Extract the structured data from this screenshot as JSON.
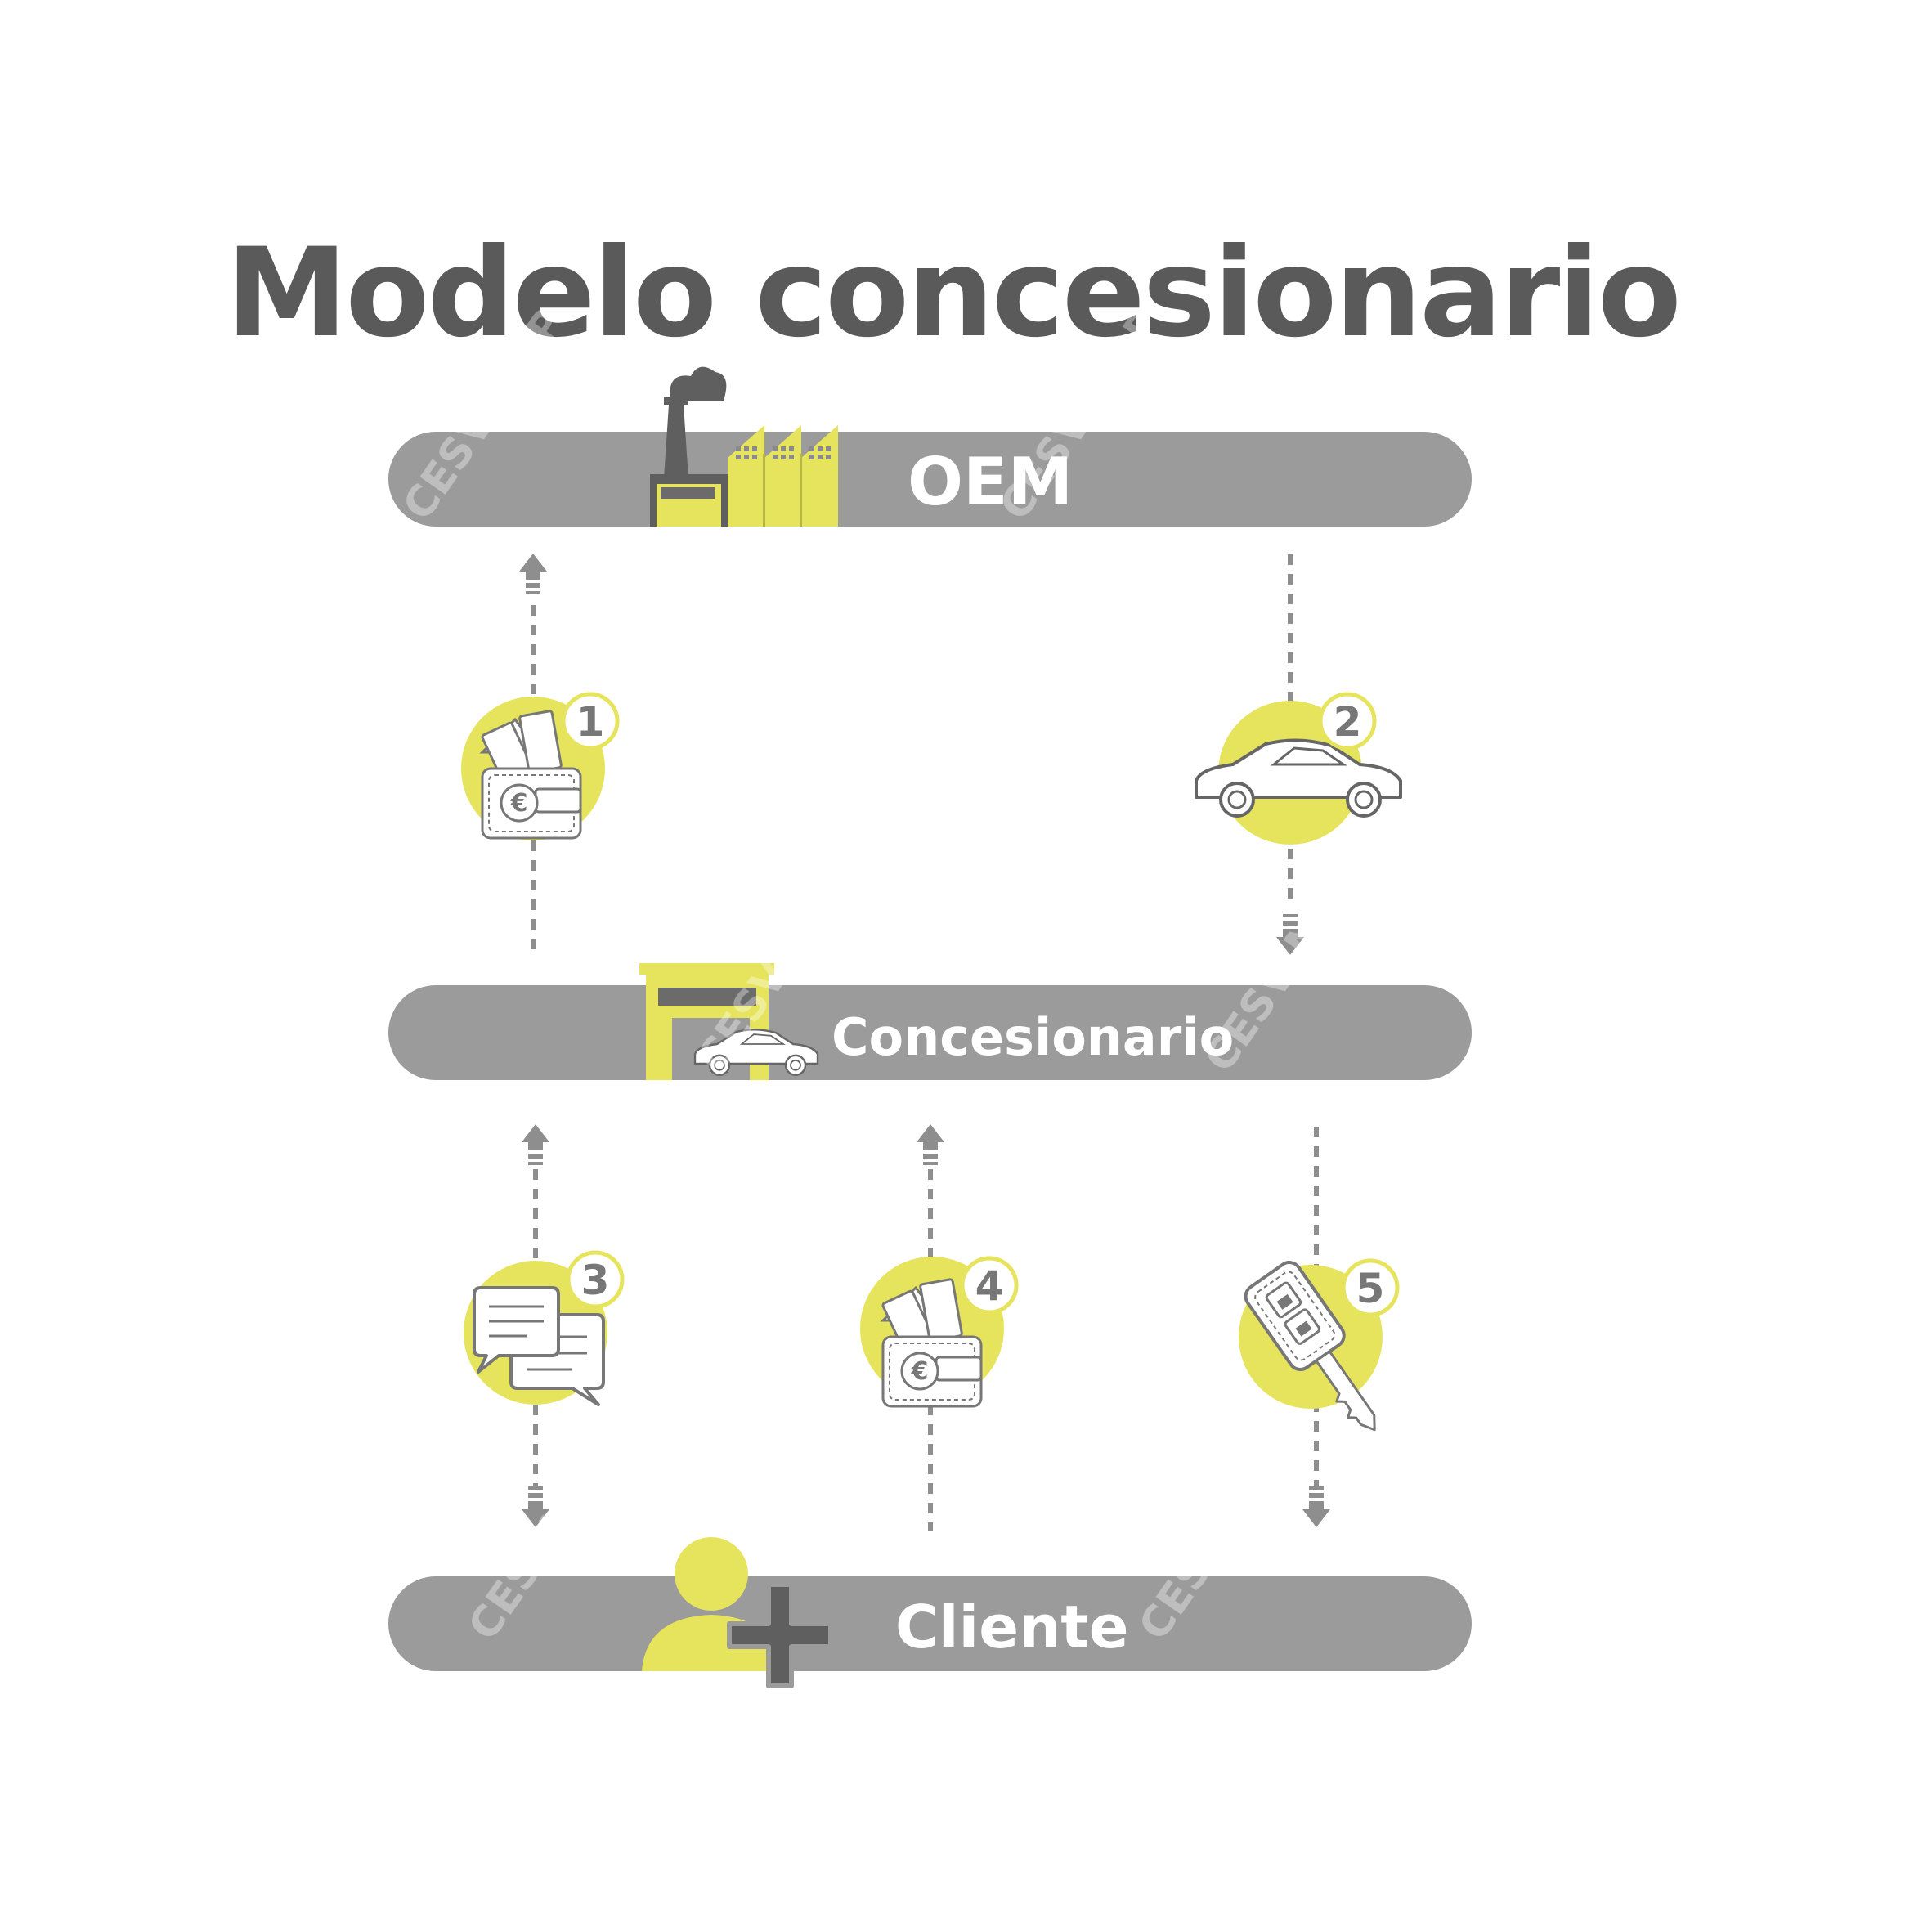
{
  "title": "Modelo concesionario",
  "bars": {
    "oem": "OEM",
    "dealer": "Concesionario",
    "client": "Cliente"
  },
  "steps": [
    {
      "number": "1",
      "icon": "wallet-icon"
    },
    {
      "number": "2",
      "icon": "car-icon"
    },
    {
      "number": "3",
      "icon": "chat-icon"
    },
    {
      "number": "4",
      "icon": "wallet-icon"
    },
    {
      "number": "5",
      "icon": "car-key-icon"
    }
  ],
  "watermark": "CESVIMAP",
  "colors": {
    "bar_gray": "#9b9b9b",
    "dark_gray": "#5a5a5a",
    "yellow": "#e6e35c",
    "white": "#ffffff"
  }
}
